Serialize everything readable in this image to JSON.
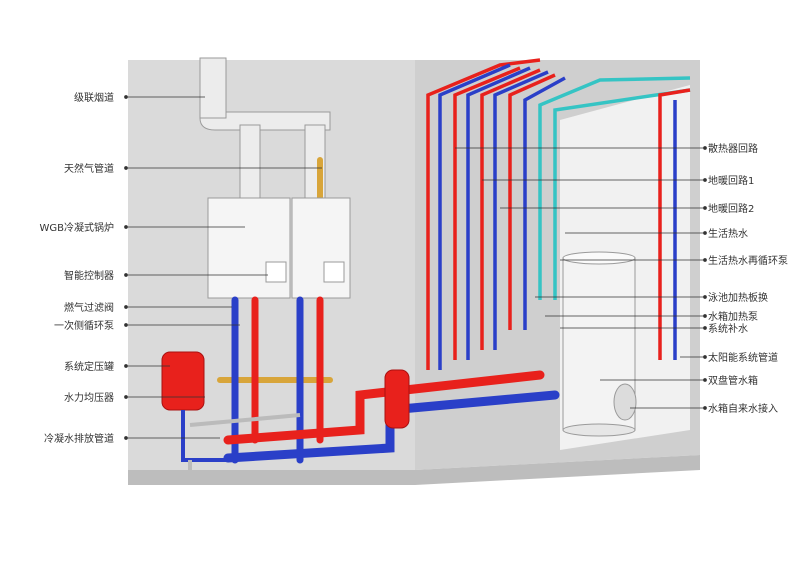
{
  "labels": {
    "left": [
      "级联烟道",
      "天然气管道",
      "WGB冷凝式锅炉",
      "智能控制器",
      "燃气过滤阀",
      "一次侧循环泵",
      "系统定压罐",
      "水力均压器",
      "冷凝水排放管道"
    ],
    "right": [
      "散热器回路",
      "地暖回路1",
      "地暖回路2",
      "生活热水",
      "生活热水再循环泵",
      "泳池加热板换",
      "水箱加热泵",
      "系统补水",
      "太阳能系统管道",
      "双盘管水箱",
      "水箱自来水接入"
    ]
  },
  "colors": {
    "hot_pipe": "#e8211c",
    "cold_pipe": "#2a3fc8",
    "dhw_pipe": "#35c4c4",
    "gas_pipe": "#d8a53a",
    "wall": "#d9d9d9",
    "wall_light": "#efefef",
    "floor": "#c9c9c9",
    "boiler": "#f4f4f4",
    "tank": "#f2f2f2",
    "leader": "#333333"
  }
}
